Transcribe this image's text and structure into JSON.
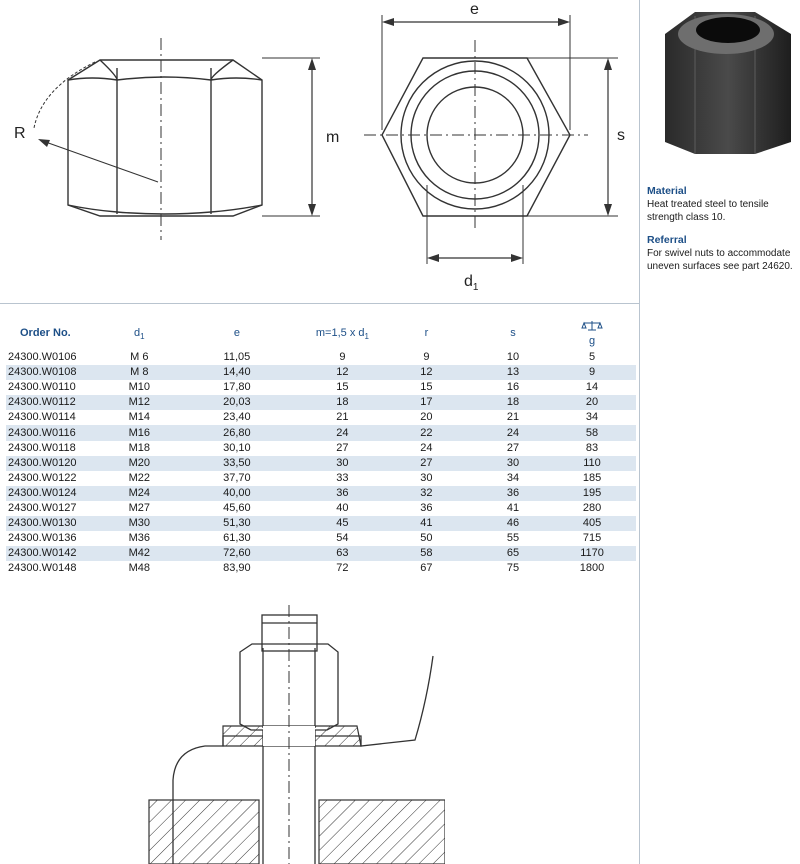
{
  "drawing": {
    "label_e": "e",
    "label_s": "s",
    "label_m": "m",
    "label_R": "R",
    "label_d": "d",
    "label_d_sub": "1"
  },
  "side": {
    "material_title": "Material",
    "material_text": "Heat treated steel to tensile strength class 10.",
    "referral_title": "Referral",
    "referral_text": "For swivel nuts to accommodate uneven surfaces see part 24620."
  },
  "table": {
    "headers": {
      "order": "Order No.",
      "d": "d",
      "d_sub": "1",
      "e": "e",
      "m": "m=1,5 x d",
      "m_sub": "1",
      "r": "r",
      "s": "s",
      "weight_icon": "scale-icon",
      "weight": "g"
    },
    "rows": [
      [
        "24300.W0106",
        "M 6",
        "11,05",
        "9",
        "9",
        "10",
        "5"
      ],
      [
        "24300.W0108",
        "M 8",
        "14,40",
        "12",
        "12",
        "13",
        "9"
      ],
      [
        "24300.W0110",
        "M10",
        "17,80",
        "15",
        "15",
        "16",
        "14"
      ],
      [
        "24300.W0112",
        "M12",
        "20,03",
        "18",
        "17",
        "18",
        "20"
      ],
      [
        "24300.W0114",
        "M14",
        "23,40",
        "21",
        "20",
        "21",
        "34"
      ],
      [
        "24300.W0116",
        "M16",
        "26,80",
        "24",
        "22",
        "24",
        "58"
      ],
      [
        "24300.W0118",
        "M18",
        "30,10",
        "27",
        "24",
        "27",
        "83"
      ],
      [
        "24300.W0120",
        "M20",
        "33,50",
        "30",
        "27",
        "30",
        "110"
      ],
      [
        "24300.W0122",
        "M22",
        "37,70",
        "33",
        "30",
        "34",
        "185"
      ],
      [
        "24300.W0124",
        "M24",
        "40,00",
        "36",
        "32",
        "36",
        "195"
      ],
      [
        "24300.W0127",
        "M27",
        "45,60",
        "40",
        "36",
        "41",
        "280"
      ],
      [
        "24300.W0130",
        "M30",
        "51,30",
        "45",
        "41",
        "46",
        "405"
      ],
      [
        "24300.W0136",
        "M36",
        "61,30",
        "54",
        "50",
        "55",
        "715"
      ],
      [
        "24300.W0142",
        "M42",
        "72,60",
        "63",
        "58",
        "65",
        "1170"
      ],
      [
        "24300.W0148",
        "M48",
        "83,90",
        "72",
        "67",
        "75",
        "1800"
      ]
    ]
  },
  "colors": {
    "accent": "#1d4f87",
    "row_stripe": "#dce6f0"
  }
}
